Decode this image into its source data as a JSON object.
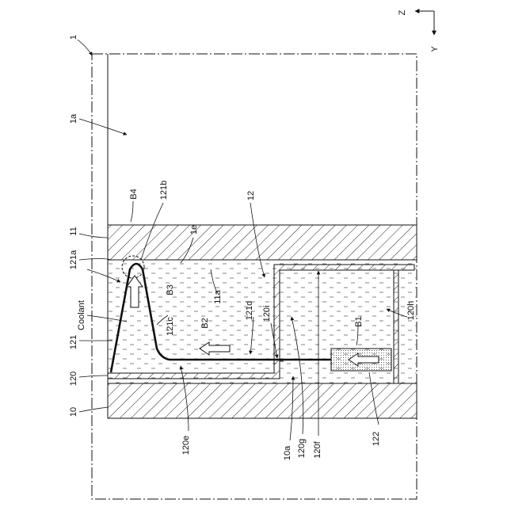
{
  "orientation": {
    "z": "Z",
    "y": "Y"
  },
  "labels": {
    "ref_1": "1",
    "ref_1a": "1a",
    "ref_1e": "1e",
    "ref_10": "10",
    "ref_10a": "10a",
    "ref_11": "11",
    "ref_11a": "11a",
    "ref_12": "12",
    "ref_120": "120",
    "ref_120e": "120e",
    "ref_120f": "120f",
    "ref_120g": "120g",
    "ref_120h": "120h",
    "ref_120i": "120i",
    "ref_121": "121",
    "ref_121a": "121a",
    "ref_121b": "121b",
    "ref_121c": "121c",
    "ref_121d": "121d",
    "ref_122": "122",
    "coolant": "Coolant",
    "b1": "B1",
    "b2": "B2",
    "b3": "B3",
    "b4": "B4"
  },
  "colors": {
    "line": "#111111",
    "liquid_dash": "#555555",
    "background": "#ffffff",
    "connector_fill": "#dddddd"
  }
}
